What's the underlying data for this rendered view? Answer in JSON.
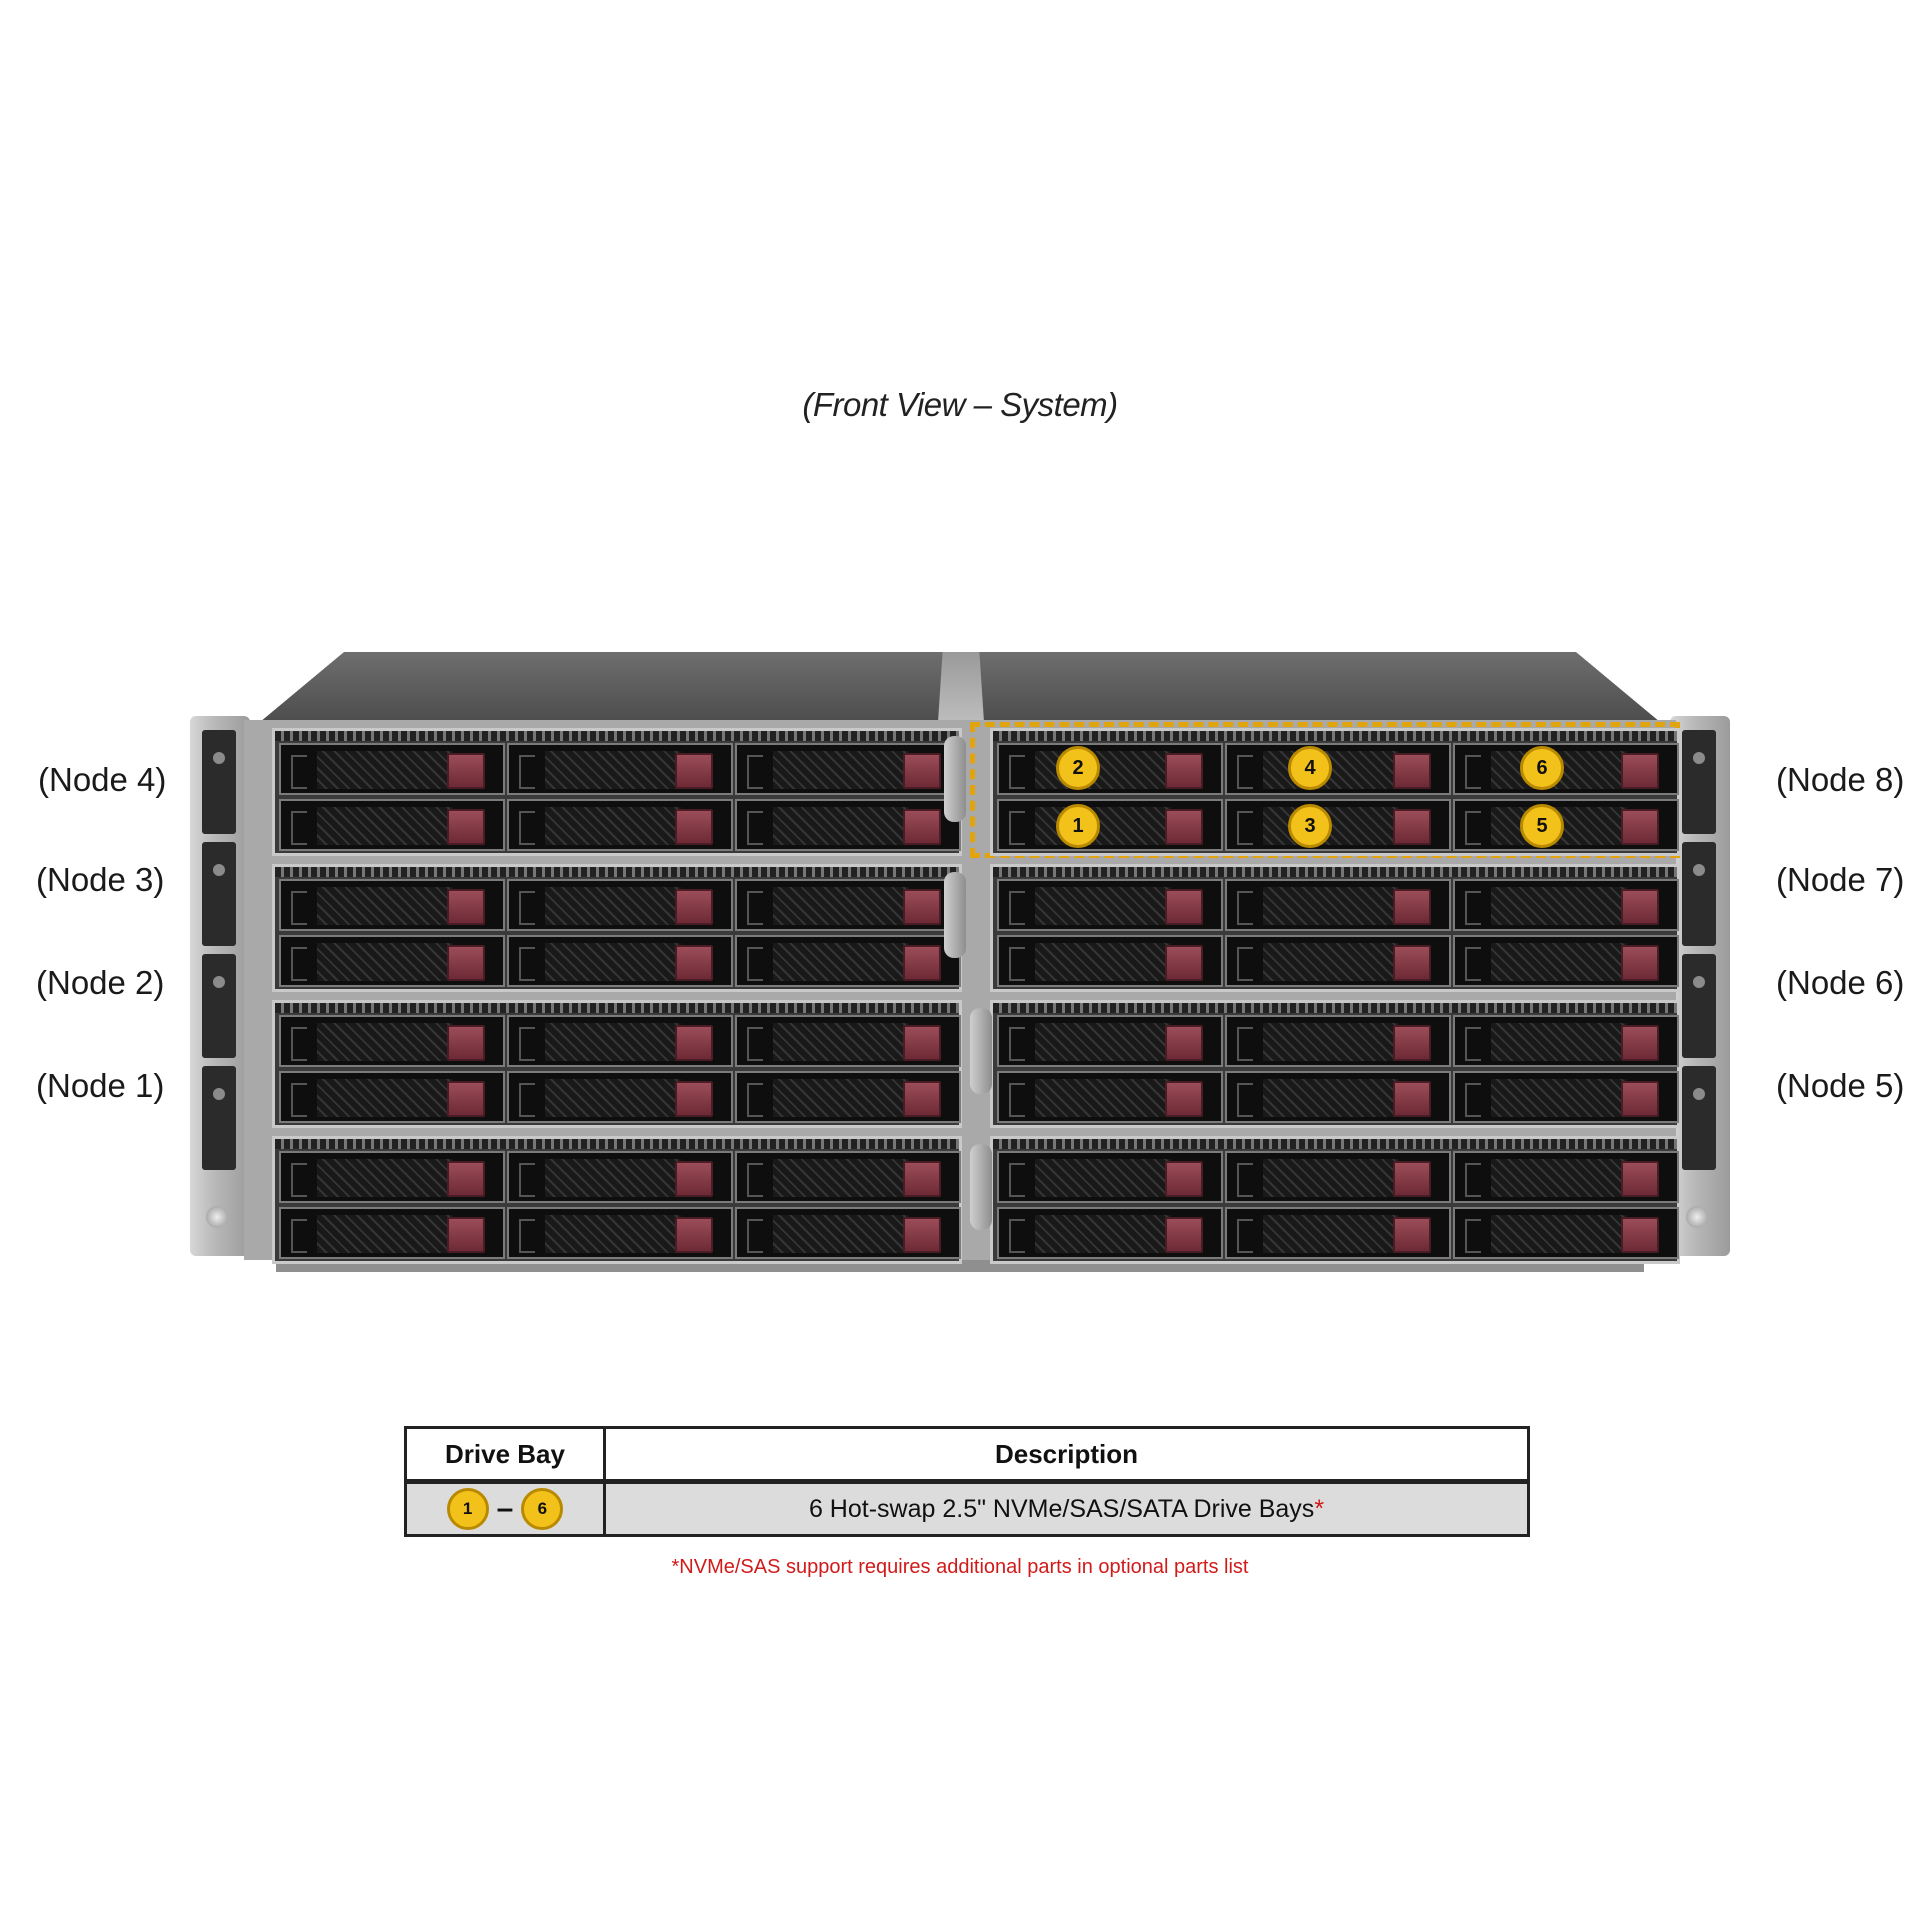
{
  "caption": "(Front View – System)",
  "nodes_left": [
    "(Node 4)",
    "(Node 3)",
    "(Node 2)",
    "(Node 1)"
  ],
  "nodes_right": [
    "(Node 8)",
    "(Node 7)",
    "(Node 6)",
    "(Node 5)"
  ],
  "callouts": [
    "2",
    "4",
    "6",
    "1",
    "3",
    "5"
  ],
  "colors": {
    "callout": "#f3c21a",
    "highlight": "#e2a40c",
    "latch": "#8a3c48",
    "footnote": "#d11a1a"
  },
  "table": {
    "headers": [
      "Drive Bay",
      "Description"
    ],
    "row": {
      "bay_start": "1",
      "bay_dash": "–",
      "bay_end": "6",
      "description": "6 Hot-swap 2.5\" NVMe/SAS/SATA Drive Bays",
      "asterisk": "*"
    }
  },
  "footnote": "*NVMe/SAS support requires additional parts in optional parts list"
}
